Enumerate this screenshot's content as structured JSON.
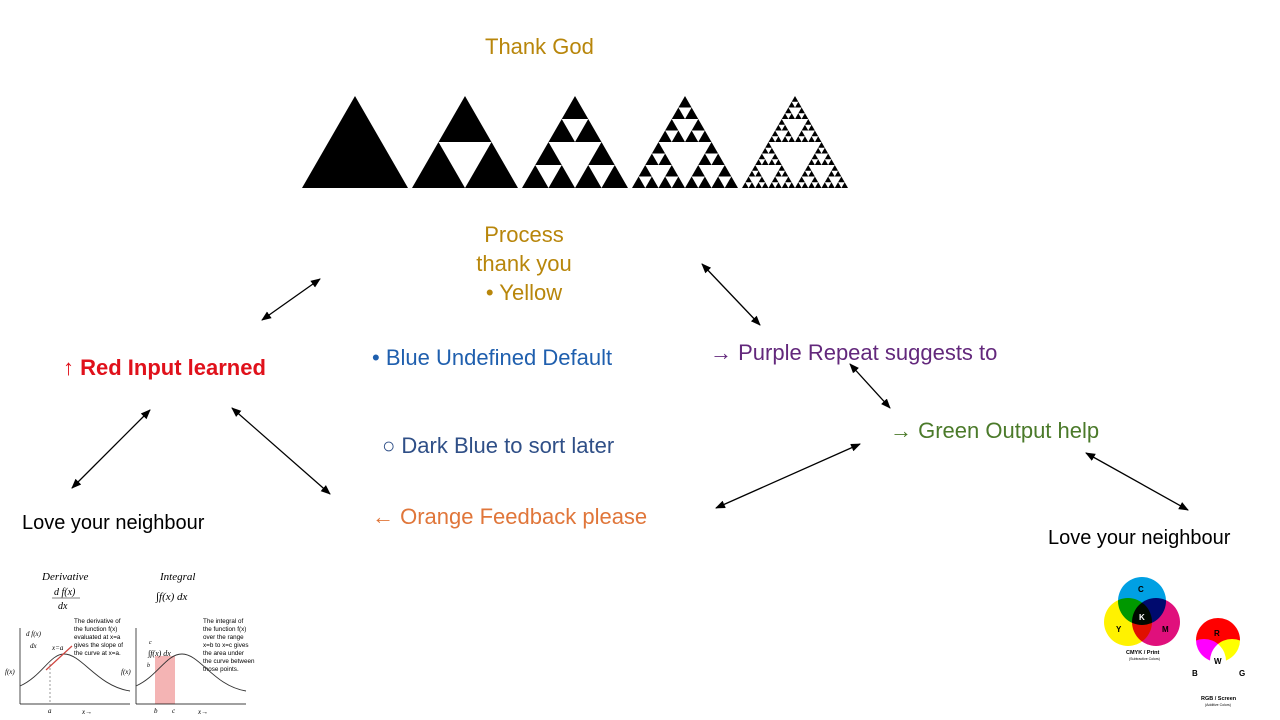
{
  "colors": {
    "gold": "#b8860b",
    "red": "#e0111b",
    "blue": "#1f5fae",
    "dark_blue": "#2f4f87",
    "purple": "#63287c",
    "green": "#4b7a2a",
    "orange": "#e0763a",
    "black": "#000000"
  },
  "title": "Thank God",
  "process": {
    "line1": "Process",
    "line2": "thank you",
    "line3": "• Yellow"
  },
  "nodes": {
    "red_input": "↑ Red Input learned",
    "blue_default": "• Blue Undefined Default",
    "dark_blue": "○ Dark Blue to sort later",
    "purple_repeat": "→ Purple Repeat suggests to",
    "green_output": "→ Green Output help",
    "orange_feedback": "← Orange Feedback please",
    "love_left": "Love your neighbour",
    "love_right": "Love your neighbour"
  },
  "calculus": {
    "derivative_title": "Derivative",
    "derivative_expr_top": "d f(x)",
    "derivative_expr_bottom": "dx",
    "derivative_text": [
      "The derivative of",
      "the function f(x)",
      "evaluated at x=a",
      "gives the slope of",
      "the curve at x=a."
    ],
    "integral_title": "Integral",
    "integral_expr": "∫f(x) dx",
    "integral_text": [
      "The integral of",
      "the function f(x)",
      "over the range",
      "x=b to x=c gives",
      "the area under",
      "the curve between",
      "those points."
    ],
    "fx": "f(x)",
    "x_axis": "x→",
    "a": "a",
    "b": "b",
    "c": "c",
    "x_eq_a": "x=a",
    "dfx": "d f(x)",
    "dx": "dx",
    "int_small": "∫f(x) dx",
    "int_lower": "b",
    "int_upper": "c"
  },
  "color_models": {
    "cmyk_c": "C",
    "cmyk_m": "M",
    "cmyk_y": "Y",
    "cmyk_k": "K",
    "cmyk_label": "CMYK / Print",
    "cmyk_sub": "(Subtractive Colors)",
    "rgb_r": "R",
    "rgb_g": "G",
    "rgb_b": "B",
    "rgb_w": "W",
    "rgb_label": "RGB / Screen",
    "rgb_sub": "(Additive Colors)"
  },
  "sierpinski_levels": [
    0,
    1,
    2,
    3,
    4
  ]
}
